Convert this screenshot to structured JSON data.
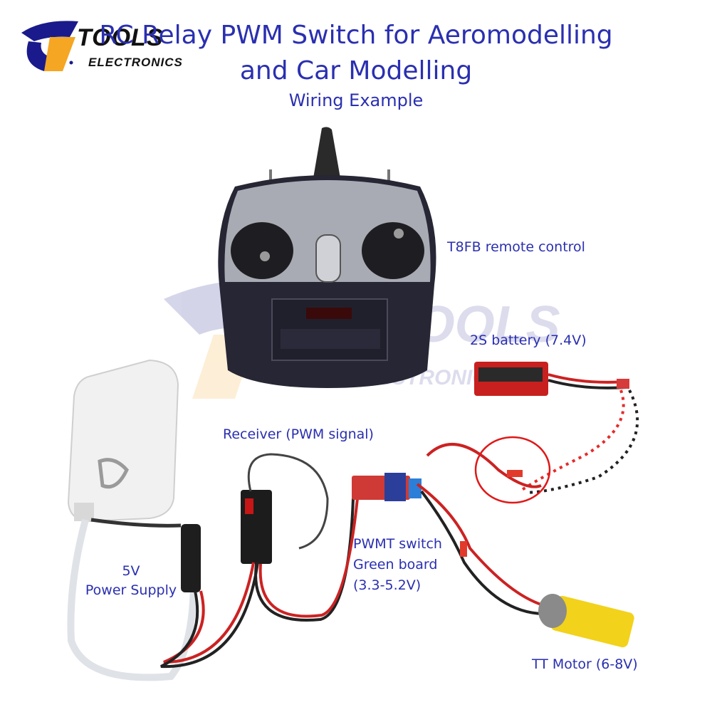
{
  "logo": {
    "line1": "TOOLS",
    "line2": "ELECTRONICS",
    "mark_color": "#1a1a8c",
    "accent_color": "#f5a623"
  },
  "title": {
    "line1": "RC Relay PWM Switch for Aeromodelling",
    "line2": "and Car Modelling",
    "subtitle": "Wiring Example"
  },
  "labels": {
    "remote": "T8FB remote control",
    "battery": "2S battery (7.4V)",
    "receiver": "Receiver (PWM signal)",
    "switch_line1": "PWMT switch",
    "switch_line2": "Green board",
    "switch_line3": "(3.3-5.2V)",
    "power_line1": "5V",
    "power_line2": "Power Supply",
    "motor": "TT Motor (6-8V)"
  },
  "watermark": {
    "line1": "TOOLS",
    "line2": "ELECTRONICS"
  },
  "colors": {
    "text": "#2a2fb0",
    "wire_red": "#d42020",
    "wire_black": "#222222",
    "highlight_circle": "#e01818",
    "battery_red": "#c8201e",
    "motor_yellow": "#f2d21b"
  }
}
